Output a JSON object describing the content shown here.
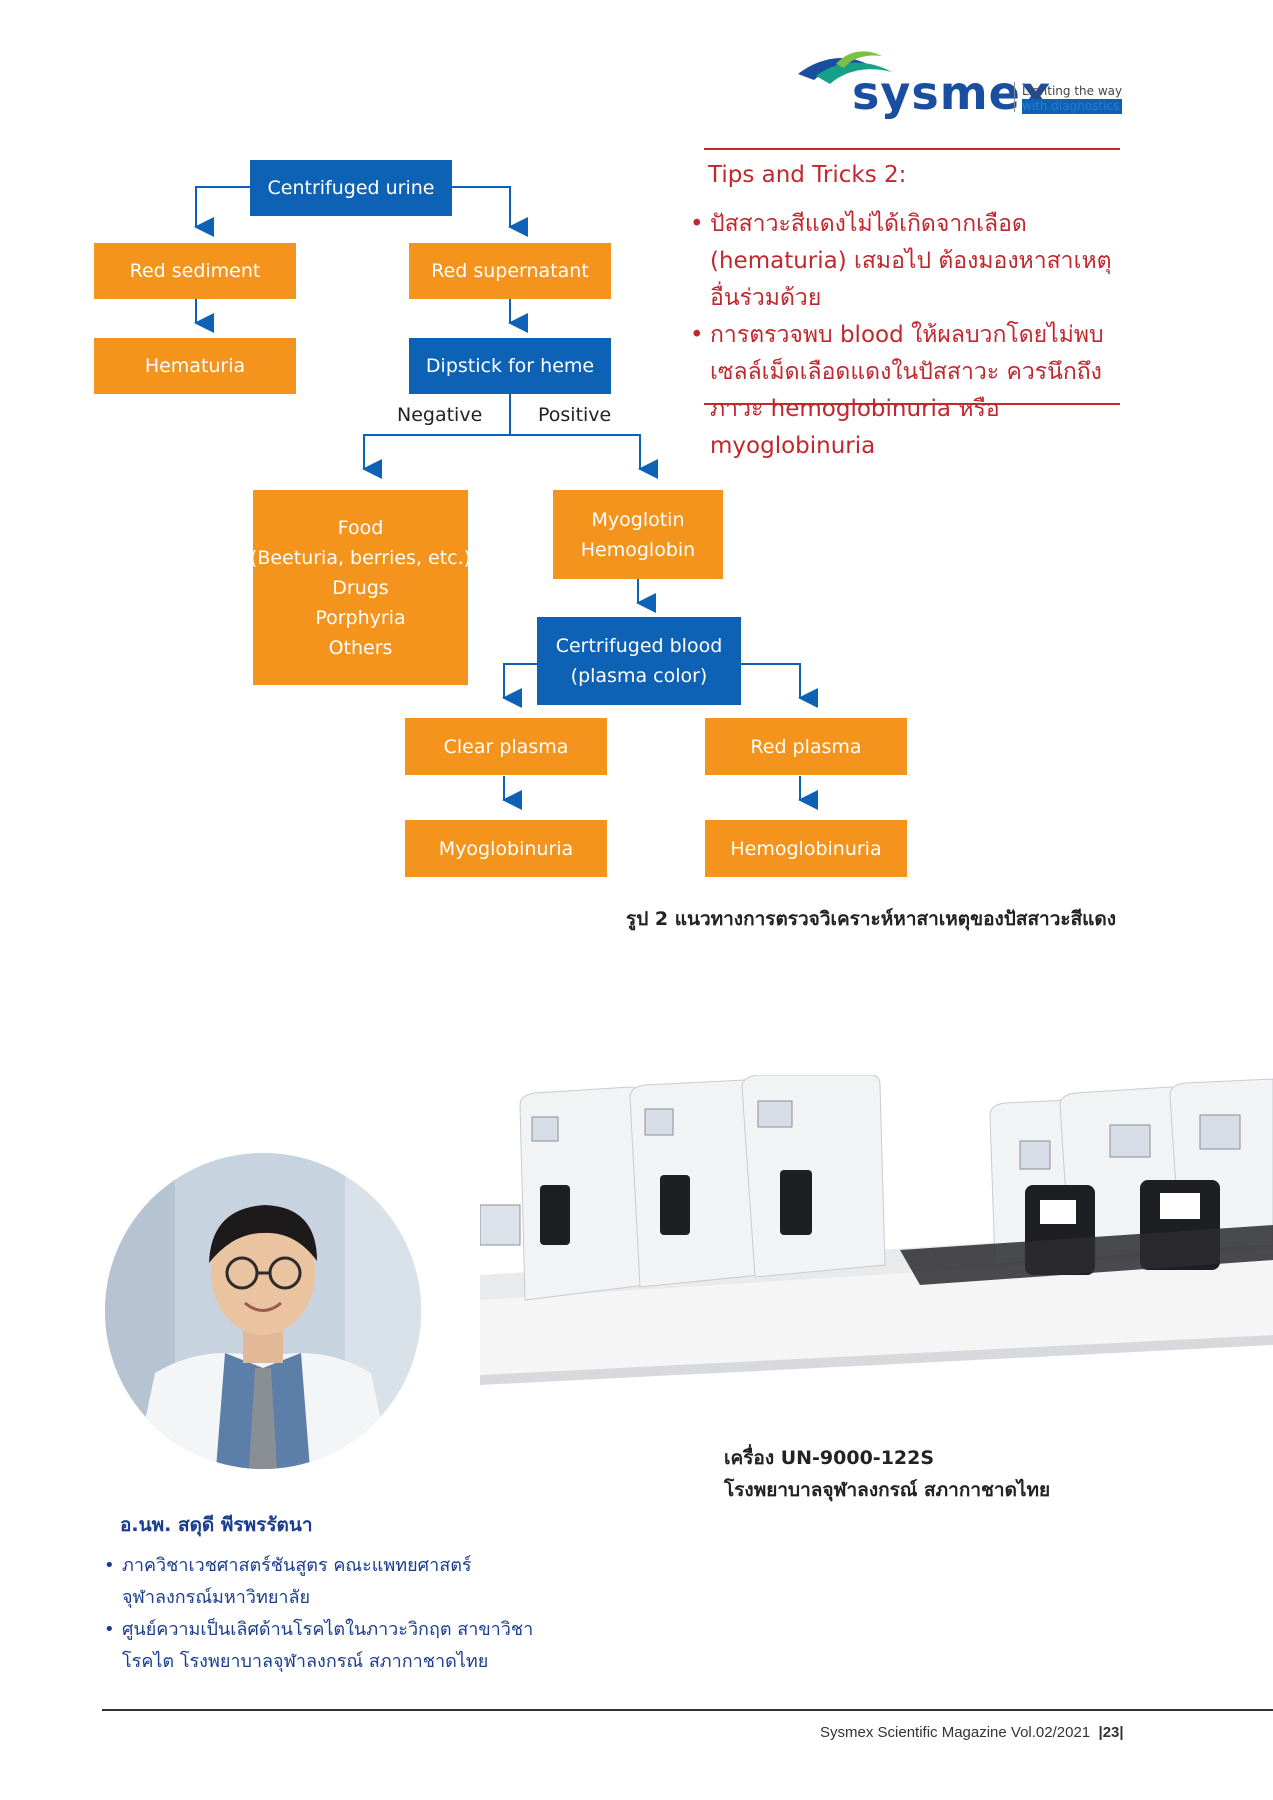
{
  "brand": {
    "name": "sysmex",
    "tagline_line1": "Lighting the way",
    "tagline_line2": "with diagnostics",
    "colors": {
      "navy": "#1a4ea1",
      "teal": "#16a085",
      "blue": "#2a7cc7",
      "green": "#7bc043"
    }
  },
  "flowchart": {
    "colors": {
      "orange": "#f5941d",
      "blue": "#0e62b6",
      "arrow": "#0e62b6"
    },
    "nodes": {
      "centrifuged_urine": "Centrifuged urine",
      "red_sediment": "Red sediment",
      "red_supernatant": "Red supernatant",
      "hematuria": "Hematuria",
      "dipstick": "Dipstick for heme",
      "food_lines": [
        "Food",
        "(Beeturia, berries, etc.)",
        "Drugs",
        "Porphyria",
        "Others"
      ],
      "myo_lines": [
        "Myoglotin",
        "Hemoglobin"
      ],
      "certrifuged_lines": [
        "Certrifuged blood",
        "(plasma color)"
      ],
      "clear_plasma": "Clear plasma",
      "red_plasma": "Red plasma",
      "myoglobinuria": "Myoglobinuria",
      "hemoglobinuria": "Hemoglobinuria"
    },
    "edge_labels": {
      "negative": "Negative",
      "positive": "Positive"
    }
  },
  "tips": {
    "title": "Tips and Tricks 2:",
    "items": [
      "ปัสสาวะสีแดงไม่ได้เกิดจากเลือด (hematuria) เสมอไป ต้องมองหาสาเหตุอื่นร่วมด้วย",
      "การตรวจพบ blood ให้ผลบวกโดยไม่พบเซลล์เม็ดเลือดแดงในปัสสาวะ ควรนึกถึงภาวะ hemoglobinuria หรือ myoglobinuria"
    ],
    "accent_color": "#c1272d"
  },
  "figure_caption": "รูป 2 แนวทางการตรวจวิเคราะห์หาสาเหตุของปัสสาวะสีแดง",
  "author": {
    "name": "อ.นพ. สดุดี พีรพรรัตนา",
    "affiliations": [
      "ภาควิชาเวชศาสตร์ชันสูตร คณะแพทยศาสตร์ จุฬาลงกรณ์มหาวิทยาลัย",
      "ศูนย์ความเป็นเลิศด้านโรคไตในภาวะวิกฤต สาขาวิชาโรคไต โรงพยาบาลจุฬาลงกรณ์ สภากาชาดไทย"
    ]
  },
  "machine_caption": {
    "line1": "เครื่อง UN-9000-122S",
    "line2": "โรงพยาบาลจุฬาลงกรณ์ สภากาชาดไทย"
  },
  "footer": {
    "magazine": "Sysmex Scientific Magazine Vol.02/2021",
    "page": "23"
  }
}
